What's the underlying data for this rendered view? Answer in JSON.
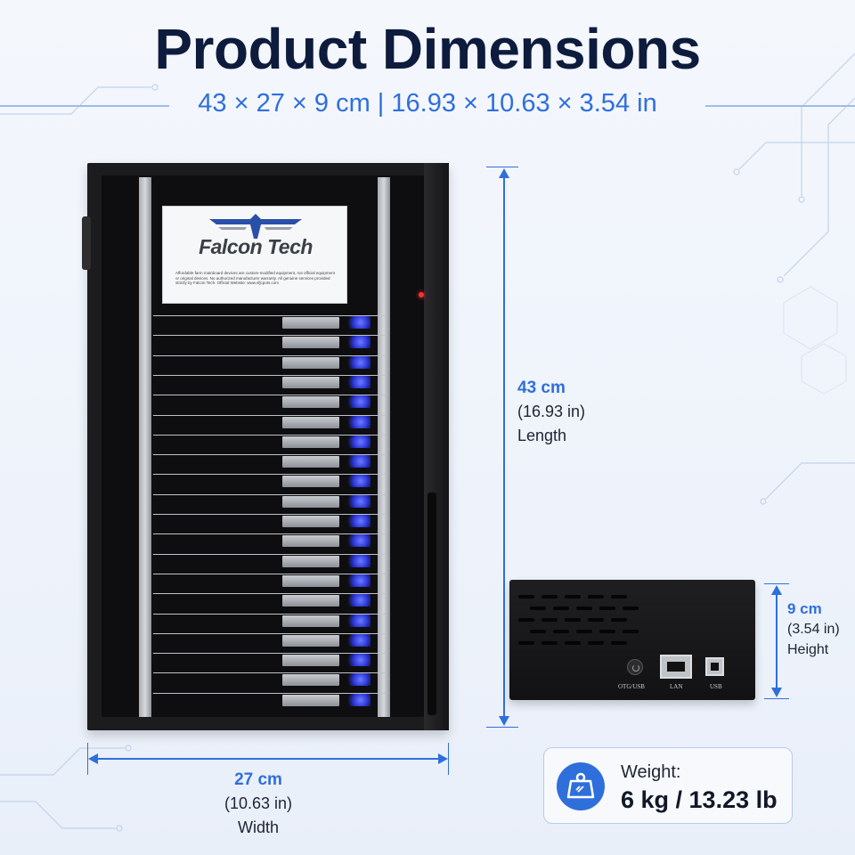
{
  "title": "Product Dimensions",
  "subtitle": "43 × 27 × 9 cm | 16.93 × 10.63 × 3.54 in",
  "product_label": {
    "brand": "Falcon Tech",
    "fine_print": "Affordable farm mainboard devices are custom-modified equipment, not official equipment or original devices. No authorized manufacturer warranty. All genuine services provided strictly by Falcon Tech. Official Website: www.sfjcpots.com"
  },
  "dimensions": {
    "length": {
      "value": "43 cm",
      "imperial": "(16.93 in)",
      "label": "Length"
    },
    "width": {
      "value": "27 cm",
      "imperial": "(10.63 in)",
      "label": "Width"
    },
    "height": {
      "value": "9 cm",
      "imperial": "(3.54 in)",
      "label": "Height"
    }
  },
  "ports": {
    "otg": "OTG/USB",
    "lan": "LAN",
    "usb": "USB"
  },
  "weight": {
    "label": "Weight:",
    "value": "6 kg / 13.23 lb",
    "icon": "weight-icon"
  },
  "colors": {
    "accent": "#2f6fdc",
    "title": "#0d1b3d",
    "background": "#f1f5fb"
  }
}
